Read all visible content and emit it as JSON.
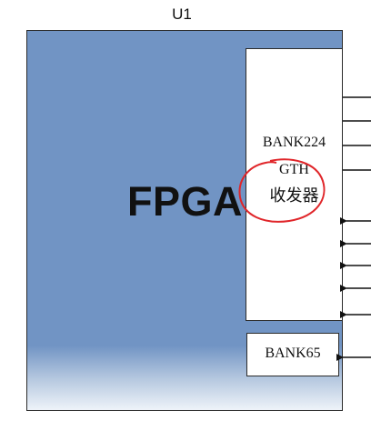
{
  "diagram": {
    "chip_label": "U1",
    "fpga_label": "FPGA",
    "bank224": {
      "title": "BANK224",
      "gth_label": "GTH",
      "transceiver_label": "收发器"
    },
    "bank65": {
      "title": "BANK65"
    },
    "colors": {
      "fpga_fill": "#7194c4",
      "annotation": "#e0262a",
      "stroke": "#111111"
    },
    "signal_lines": {
      "outputs": 4,
      "inputs_bank224": 5,
      "inputs_bank65": 1
    }
  }
}
